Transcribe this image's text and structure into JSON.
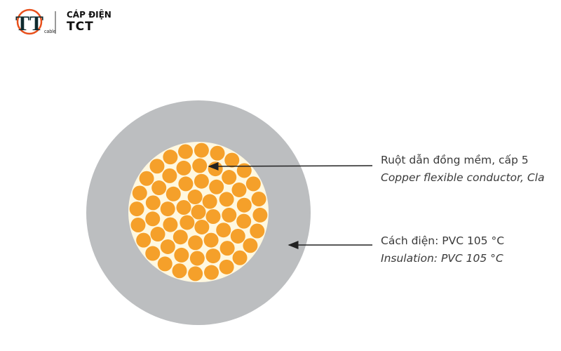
{
  "logo": {
    "mark": "TT",
    "sub": "cable",
    "brand_line1": "CÁP ĐIỆN",
    "brand_line2": "TCT"
  },
  "callouts": [
    {
      "vi": "Ruột dẫn đồng mềm, cấp 5",
      "en": "Copper flexible conductor, Cla"
    },
    {
      "vi": "Cách điện: PVC 105 °C",
      "en": "Insulation: PVC 105 °C"
    }
  ],
  "colors": {
    "insulation": "#bcbec0",
    "conductor": "#f5a02a",
    "core_fill": "#fff8e0",
    "text": "#3a3a3a",
    "logo_ring": "#e8501c"
  }
}
